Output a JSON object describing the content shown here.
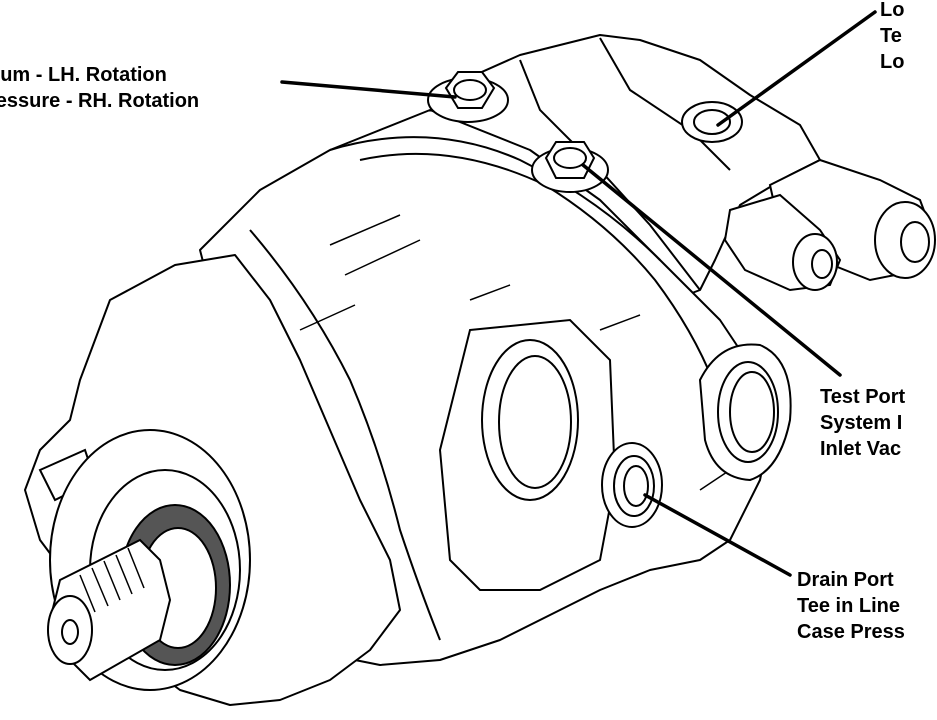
{
  "labels": {
    "top_left": [
      "uum - LH. Rotation",
      "ressure - RH. Rotation"
    ],
    "top_right": [
      "Lo",
      "Te",
      "Lo"
    ],
    "mid_right": [
      "Test Port",
      "System I",
      "Inlet Vac"
    ],
    "bottom_right": [
      "Drain Port",
      "Tee in Line",
      "Case Press"
    ]
  },
  "colors": {
    "line": "#000000",
    "seal": "#555555",
    "background": "#ffffff"
  }
}
